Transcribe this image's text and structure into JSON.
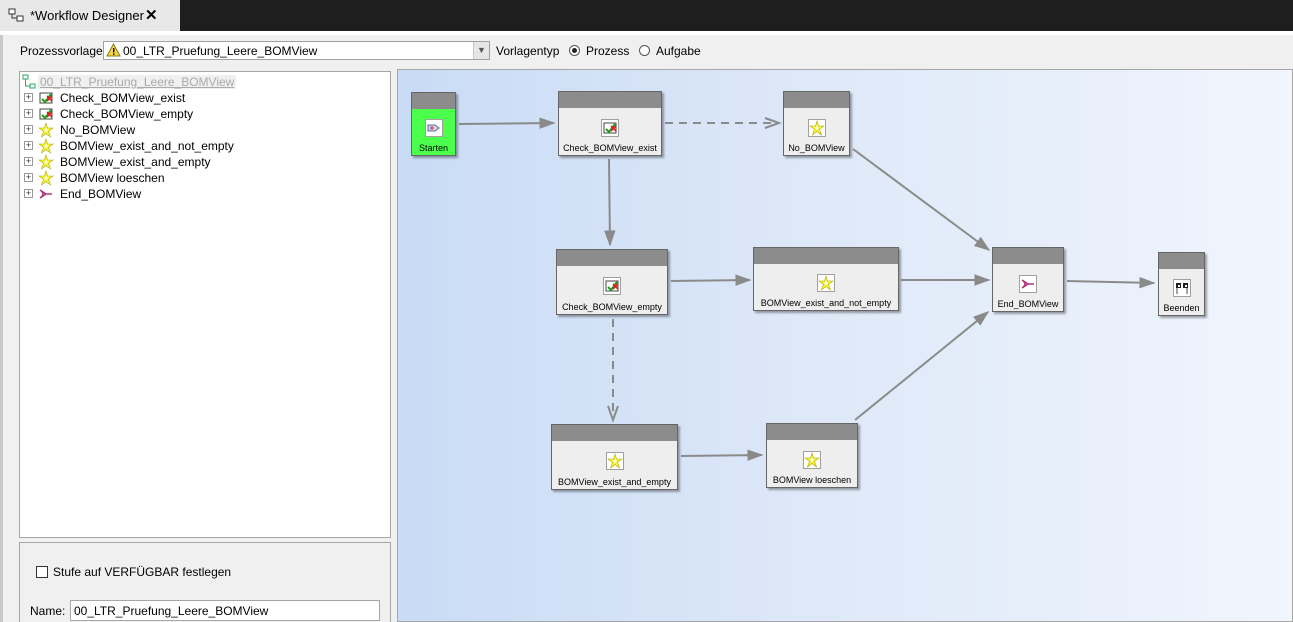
{
  "tab": {
    "title": "*Workflow Designer",
    "close": "✕"
  },
  "toolbar": {
    "prozessvorlage_label": "Prozessvorlage",
    "prozessvorlage_value": "00_LTR_Pruefung_Leere_BOMView",
    "vorlagentyp_label": "Vorlagentyp",
    "radio_prozess": "Prozess",
    "radio_aufgabe": "Aufgabe",
    "selected_type": "Prozess"
  },
  "tree": {
    "root": "00_LTR_Pruefung_Leere_BOMView",
    "items": [
      {
        "label": "Check_BOMView_exist",
        "icon": "condition-icon"
      },
      {
        "label": "Check_BOMView_empty",
        "icon": "condition-icon"
      },
      {
        "label": "No_BOMView",
        "icon": "task-star-icon"
      },
      {
        "label": "BOMView_exist_and_not_empty",
        "icon": "task-star-icon"
      },
      {
        "label": "BOMView_exist_and_empty",
        "icon": "task-star-icon"
      },
      {
        "label": "BOMView loeschen",
        "icon": "task-star-icon"
      },
      {
        "label": "End_BOMView",
        "icon": "or-join-icon"
      }
    ]
  },
  "properties": {
    "stufe_label": "Stufe auf VERFÜGBAR festlegen",
    "stufe_checked": false,
    "name_label": "Name:",
    "name_value": "00_LTR_Pruefung_Leere_BOMView"
  },
  "diagram": {
    "nodes": [
      {
        "id": "start",
        "label": "Starten",
        "icon": "start-icon"
      },
      {
        "id": "check_exist",
        "label": "Check_BOMView_exist",
        "icon": "condition-icon"
      },
      {
        "id": "no_bomview",
        "label": "No_BOMView",
        "icon": "task-star-icon"
      },
      {
        "id": "check_empty",
        "label": "Check_BOMView_empty",
        "icon": "condition-icon"
      },
      {
        "id": "exist_not_empty",
        "label": "BOMView_exist_and_not_empty",
        "icon": "task-star-icon"
      },
      {
        "id": "end_bomview",
        "label": "End_BOMView",
        "icon": "or-join-icon"
      },
      {
        "id": "beenden",
        "label": "Beenden",
        "icon": "finish-flag-icon"
      },
      {
        "id": "exist_and_empty",
        "label": "BOMView_exist_and_empty",
        "icon": "task-star-icon"
      },
      {
        "id": "loeschen",
        "label": "BOMView loeschen",
        "icon": "task-star-icon"
      }
    ],
    "edges": [
      {
        "from": "start",
        "to": "check_exist",
        "style": "solid"
      },
      {
        "from": "check_exist",
        "to": "no_bomview",
        "style": "dashed"
      },
      {
        "from": "check_exist",
        "to": "check_empty",
        "style": "solid"
      },
      {
        "from": "no_bomview",
        "to": "end_bomview",
        "style": "solid"
      },
      {
        "from": "check_empty",
        "to": "exist_not_empty",
        "style": "solid"
      },
      {
        "from": "exist_not_empty",
        "to": "end_bomview",
        "style": "solid"
      },
      {
        "from": "check_empty",
        "to": "exist_and_empty",
        "style": "dashed"
      },
      {
        "from": "exist_and_empty",
        "to": "loeschen",
        "style": "solid"
      },
      {
        "from": "loeschen",
        "to": "end_bomview",
        "style": "solid"
      },
      {
        "from": "end_bomview",
        "to": "beenden",
        "style": "solid"
      }
    ]
  },
  "colors": {
    "start_node": "#4cff4c",
    "node_header": "#8c8c8c",
    "edge": "#8a8a8a"
  }
}
